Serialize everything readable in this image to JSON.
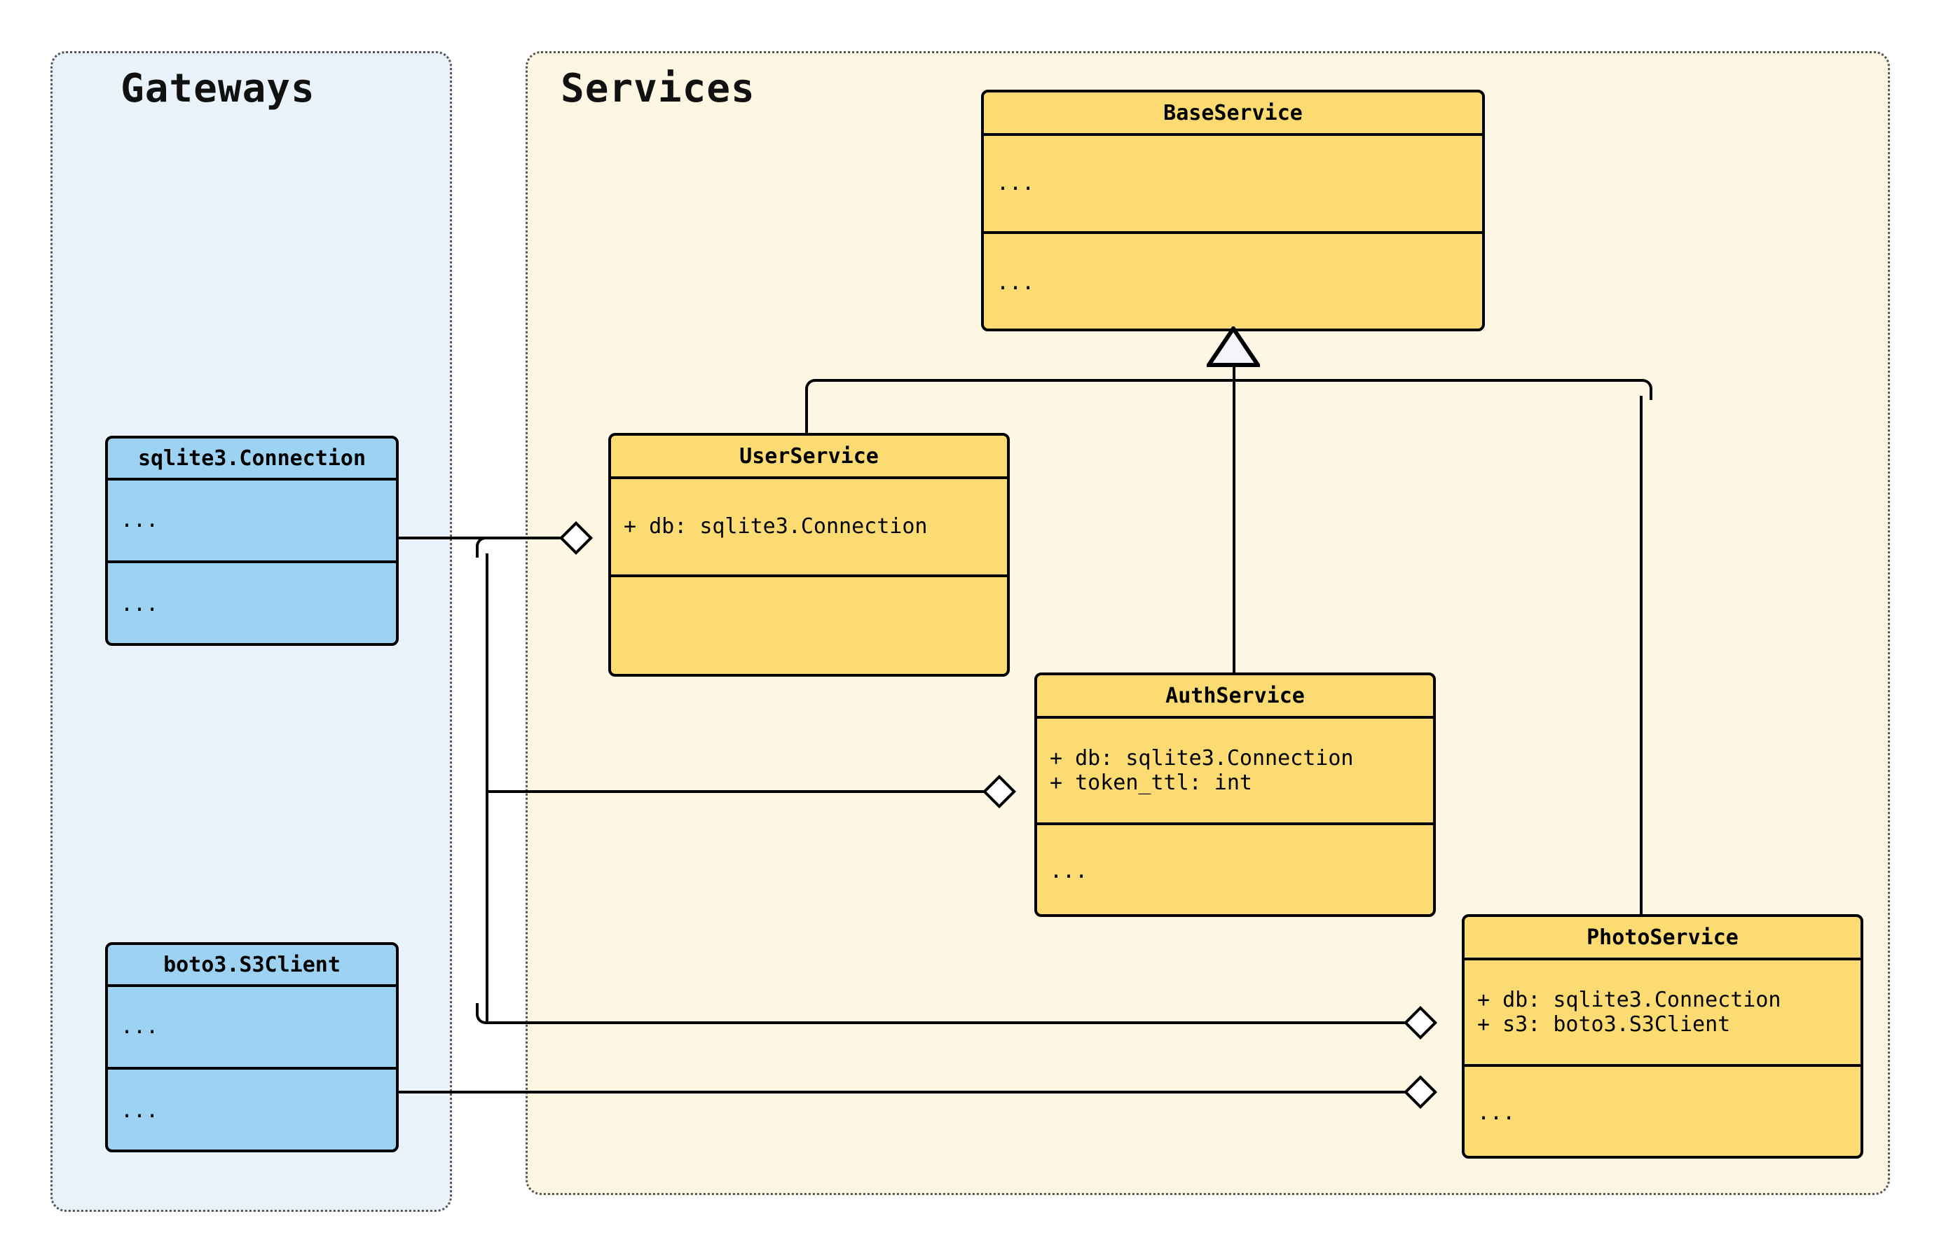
{
  "diagram": {
    "kind": "uml-class-diagram",
    "background": "#ffffff"
  },
  "packages": [
    {
      "id": "gateways",
      "title": "Gateways",
      "fill": "#eaf3fc",
      "border": "#555555"
    },
    {
      "id": "services",
      "title": "Services",
      "fill": "#fdf6e3",
      "border": "#555555"
    }
  ],
  "classes": [
    {
      "id": "sqlite3-connection",
      "name": "sqlite3.Connection",
      "package": "gateways",
      "fill": "#9ed2f2",
      "border": "#000000",
      "attributes": [
        "..."
      ],
      "operations": [
        "..."
      ]
    },
    {
      "id": "boto3-s3client",
      "name": "boto3.S3Client",
      "package": "gateways",
      "fill": "#9ed2f2",
      "border": "#000000",
      "attributes": [
        "..."
      ],
      "operations": [
        "..."
      ]
    },
    {
      "id": "baseservice",
      "name": "BaseService",
      "package": "services",
      "fill": "#fcdc72",
      "border": "#000000",
      "attributes": [
        "..."
      ],
      "operations": [
        "..."
      ]
    },
    {
      "id": "userservice",
      "name": "UserService",
      "package": "services",
      "fill": "#fcdc72",
      "border": "#000000",
      "attributes": [
        "+ db: sqlite3.Connection"
      ],
      "operations": []
    },
    {
      "id": "authservice",
      "name": "AuthService",
      "package": "services",
      "fill": "#fcdc72",
      "border": "#000000",
      "attributes": [
        "+ db: sqlite3.Connection",
        "+ token_ttl: int"
      ],
      "operations": [
        "..."
      ]
    },
    {
      "id": "photoservice",
      "name": "PhotoService",
      "package": "services",
      "fill": "#fcdc72",
      "border": "#000000",
      "attributes": [
        "+ db: sqlite3.Connection",
        "+ s3: boto3.S3Client"
      ],
      "operations": [
        "..."
      ]
    }
  ],
  "relationships": [
    {
      "type": "inheritance",
      "from": "userservice",
      "to": "baseservice"
    },
    {
      "type": "inheritance",
      "from": "authservice",
      "to": "baseservice"
    },
    {
      "type": "inheritance",
      "from": "photoservice",
      "to": "baseservice"
    },
    {
      "type": "aggregation",
      "from": "sqlite3-connection",
      "to": "userservice"
    },
    {
      "type": "aggregation",
      "from": "sqlite3-connection",
      "to": "authservice"
    },
    {
      "type": "aggregation",
      "from": "sqlite3-connection",
      "to": "photoservice"
    },
    {
      "type": "aggregation",
      "from": "boto3-s3client",
      "to": "photoservice"
    }
  ]
}
